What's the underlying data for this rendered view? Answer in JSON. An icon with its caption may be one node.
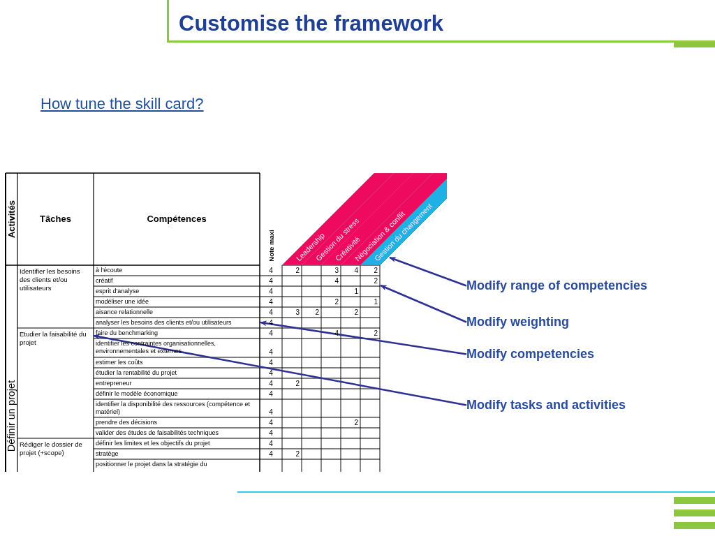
{
  "diagram": {
    "title": "Customise the framework",
    "nodes": [
      {
        "text": [
          "Modify range of competencies"
        ]
      },
      {
        "text": [
          "Modify weighting"
        ]
      },
      {
        "text": [
          "Modify competencies"
        ]
      },
      {
        "text": [
          "Modify tasks and activities"
        ]
      },
      {
        "text": [
          "Gestion du changement"
        ]
      },
      {
        "text": [
          "2"
        ]
      },
      {
        "text": [
          "analyser les besoins des clients et/ou utilisateurs"
        ]
      },
      {
        "text": [
          "Etudier la faisabilité du projet"
        ]
      }
    ],
    "edges": [
      {
        "from": 0,
        "to": 4,
        "arrow": "to"
      },
      {
        "from": 1,
        "to": 5,
        "arrow": "to"
      },
      {
        "from": 2,
        "to": 6,
        "arrow": "to"
      },
      {
        "from": 3,
        "to": 7,
        "arrow": "to"
      }
    ],
    "labels": [
      "How tune the skill card?",
      "Activités",
      "Tâches",
      "Compétences",
      "Note maxi",
      "Leadership",
      "Gestion du stress",
      "Créativité",
      "Négociation & conflit",
      "Définir un projet",
      "Identifier les besoins des clients et/ou utilisateurs",
      "à l'écoute",
      "4",
      "2",
      "3",
      "4",
      "2",
      "créatif",
      "4",
      "4",
      "esprit d'analyse",
      "4",
      "1",
      "modéliser une idée",
      "4",
      "2",
      "1",
      "aisance relationnelle",
      "4",
      "3",
      "2",
      "2",
      "4",
      "faire du benchmarking",
      "4",
      "4",
      "2",
      "identifier les contraintes organisationnelles, environnementales et externes",
      "4",
      "estimer les coûts",
      "4",
      "étudier la rentabilité du projet",
      "4",
      "entrepreneur",
      "4",
      "2",
      "définir le modèle économique",
      "4",
      "identifier la disponibilité des ressources (compétence et matériel)",
      "4",
      "prendre des décisions",
      "4",
      "2",
      "valider des études de faisabilités techniques",
      "4",
      "Rédiger le dossier de projet (+scope)",
      "définir les limites et les objectifs du projet",
      "4",
      "stratège",
      "4",
      "2",
      "positionner le projet dans la stratégie du"
    ]
  }
}
